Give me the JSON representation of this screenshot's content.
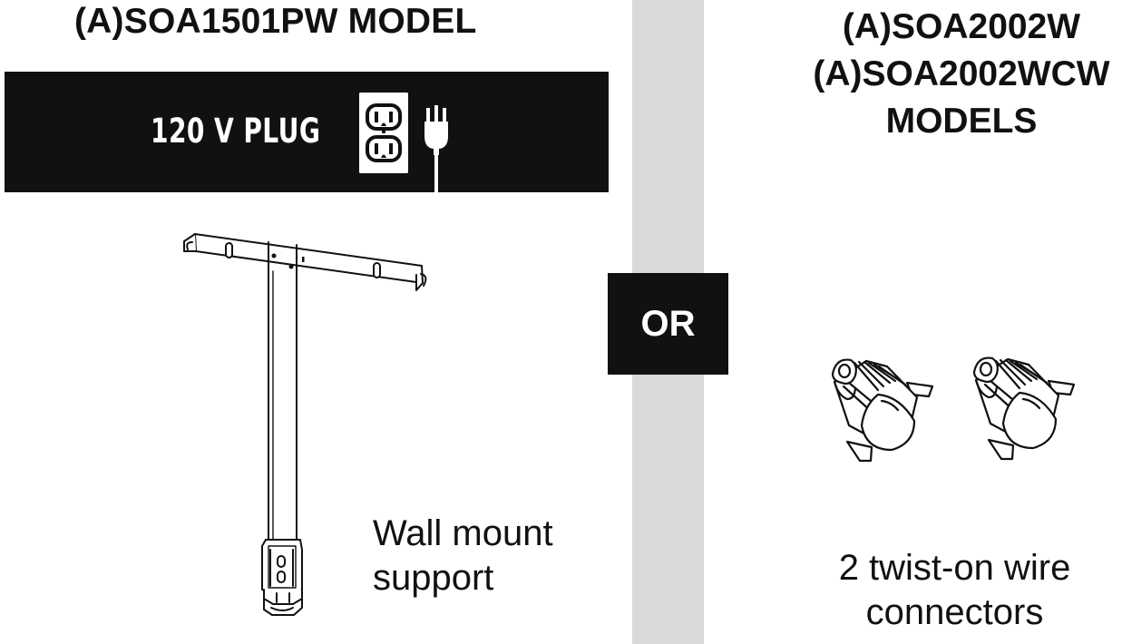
{
  "left_panel": {
    "title": "(A)SOA1501PW MODEL",
    "plug_label": "120 V PLUG",
    "caption_line1": "Wall mount",
    "caption_line2": "support"
  },
  "separator": {
    "label": "OR"
  },
  "right_panel": {
    "title_line1": "(A)SOA2002W",
    "title_line2": "(A)SOA2002WCW",
    "title_line3": "MODELS",
    "caption_line1": "2 twist-on wire",
    "caption_line2": "connectors"
  },
  "icons": {
    "outlet": "outlet-icon",
    "plug": "plug-icon",
    "wall_mount": "wall-mount-bracket-icon",
    "wire_connector": "twist-on-wire-connector-icon"
  },
  "colors": {
    "banner": "#111111",
    "divider": "#d9d9d9",
    "text": "#111111",
    "background": "#ffffff"
  }
}
